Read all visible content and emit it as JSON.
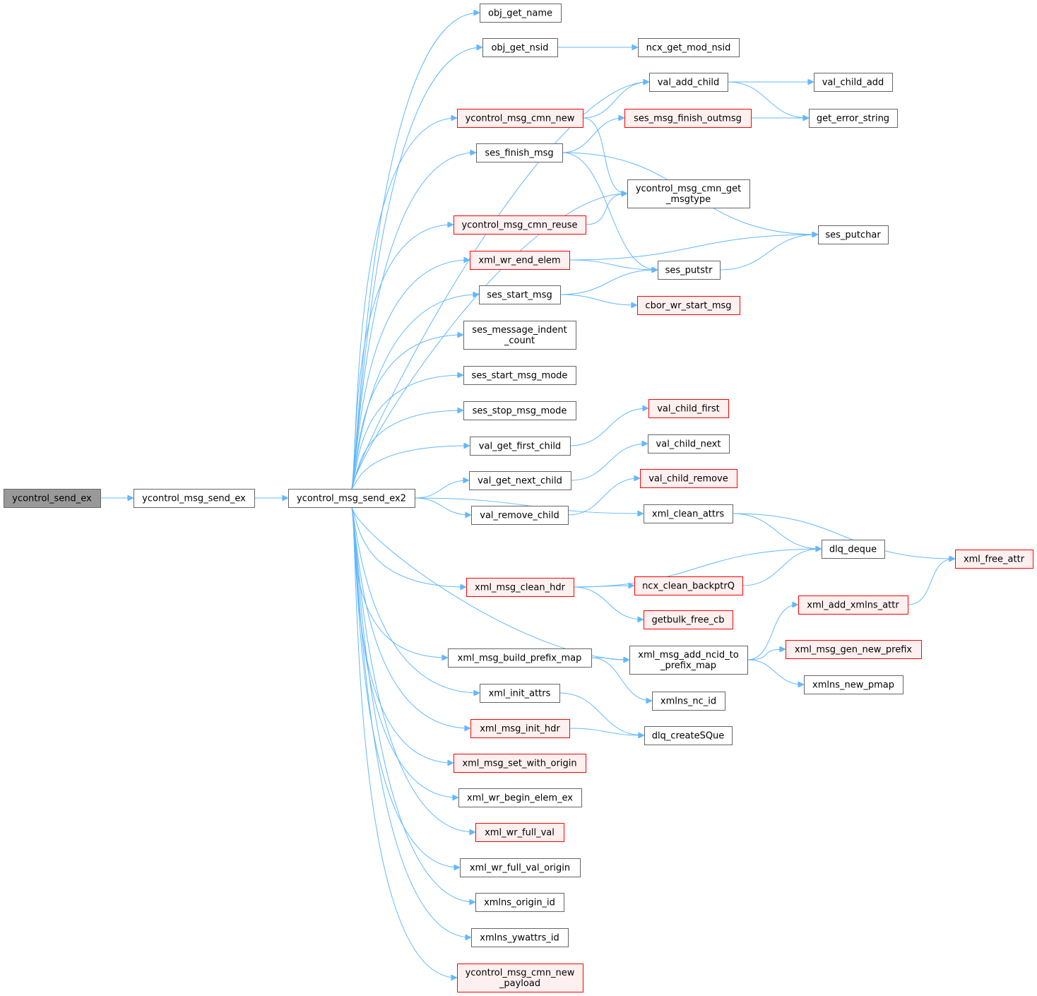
{
  "colors": {
    "edge": "#63b8ff",
    "node_border": "#666666",
    "incomplete_border": "#ff0000",
    "incomplete_fill": "#fff0f0",
    "root_fill": "#999999"
  },
  "nodes": [
    {
      "id": "ycontrol_send_ex",
      "lines": [
        "ycontrol_send_ex"
      ],
      "style": "root"
    },
    {
      "id": "ycontrol_msg_send_ex",
      "lines": [
        "ycontrol_msg_send_ex"
      ],
      "style": "normal"
    },
    {
      "id": "ycontrol_msg_send_ex2",
      "lines": [
        "ycontrol_msg_send_ex2"
      ],
      "style": "normal"
    },
    {
      "id": "obj_get_name",
      "lines": [
        "obj_get_name"
      ],
      "style": "normal"
    },
    {
      "id": "obj_get_nsid",
      "lines": [
        "obj_get_nsid"
      ],
      "style": "normal"
    },
    {
      "id": "ncx_get_mod_nsid",
      "lines": [
        "ncx_get_mod_nsid"
      ],
      "style": "normal"
    },
    {
      "id": "val_add_child",
      "lines": [
        "val_add_child"
      ],
      "style": "normal"
    },
    {
      "id": "val_child_add",
      "lines": [
        "val_child_add"
      ],
      "style": "normal"
    },
    {
      "id": "get_error_string",
      "lines": [
        "get_error_string"
      ],
      "style": "normal"
    },
    {
      "id": "ycontrol_msg_cmn_new",
      "lines": [
        "ycontrol_msg_cmn_new"
      ],
      "style": "incomplete"
    },
    {
      "id": "ses_msg_finish_outmsg",
      "lines": [
        "ses_msg_finish_outmsg"
      ],
      "style": "incomplete"
    },
    {
      "id": "ses_finish_msg",
      "lines": [
        "ses_finish_msg"
      ],
      "style": "normal"
    },
    {
      "id": "ycontrol_msg_cmn_get_msgtype",
      "lines": [
        "ycontrol_msg_cmn_get",
        "_msgtype"
      ],
      "style": "normal"
    },
    {
      "id": "ycontrol_msg_cmn_reuse",
      "lines": [
        "ycontrol_msg_cmn_reuse"
      ],
      "style": "incomplete"
    },
    {
      "id": "ses_putchar",
      "lines": [
        "ses_putchar"
      ],
      "style": "normal"
    },
    {
      "id": "xml_wr_end_elem",
      "lines": [
        "xml_wr_end_elem"
      ],
      "style": "incomplete"
    },
    {
      "id": "ses_putstr",
      "lines": [
        "ses_putstr"
      ],
      "style": "normal"
    },
    {
      "id": "ses_start_msg",
      "lines": [
        "ses_start_msg"
      ],
      "style": "normal"
    },
    {
      "id": "cbor_wr_start_msg",
      "lines": [
        "cbor_wr_start_msg"
      ],
      "style": "incomplete"
    },
    {
      "id": "ses_message_indent_count",
      "lines": [
        "ses_message_indent",
        "_count"
      ],
      "style": "normal"
    },
    {
      "id": "ses_start_msg_mode",
      "lines": [
        "ses_start_msg_mode"
      ],
      "style": "normal"
    },
    {
      "id": "ses_stop_msg_mode",
      "lines": [
        "ses_stop_msg_mode"
      ],
      "style": "normal"
    },
    {
      "id": "val_child_first",
      "lines": [
        "val_child_first"
      ],
      "style": "incomplete"
    },
    {
      "id": "val_get_first_child",
      "lines": [
        "val_get_first_child"
      ],
      "style": "normal"
    },
    {
      "id": "val_child_next",
      "lines": [
        "val_child_next"
      ],
      "style": "normal"
    },
    {
      "id": "val_get_next_child",
      "lines": [
        "val_get_next_child"
      ],
      "style": "normal"
    },
    {
      "id": "val_child_remove",
      "lines": [
        "val_child_remove"
      ],
      "style": "incomplete"
    },
    {
      "id": "val_remove_child",
      "lines": [
        "val_remove_child"
      ],
      "style": "normal"
    },
    {
      "id": "xml_clean_attrs",
      "lines": [
        "xml_clean_attrs"
      ],
      "style": "normal"
    },
    {
      "id": "dlq_deque",
      "lines": [
        "dlq_deque"
      ],
      "style": "normal"
    },
    {
      "id": "xml_free_attr",
      "lines": [
        "xml_free_attr"
      ],
      "style": "incomplete"
    },
    {
      "id": "xml_msg_clean_hdr",
      "lines": [
        "xml_msg_clean_hdr"
      ],
      "style": "incomplete"
    },
    {
      "id": "ncx_clean_backptrQ",
      "lines": [
        "ncx_clean_backptrQ"
      ],
      "style": "incomplete"
    },
    {
      "id": "xml_add_xmlns_attr",
      "lines": [
        "xml_add_xmlns_attr"
      ],
      "style": "incomplete"
    },
    {
      "id": "getbulk_free_cb",
      "lines": [
        "getbulk_free_cb"
      ],
      "style": "incomplete"
    },
    {
      "id": "xml_msg_add_ncid_to_prefix_map",
      "lines": [
        "xml_msg_add_ncid_to",
        "_prefix_map"
      ],
      "style": "normal"
    },
    {
      "id": "xml_msg_gen_new_prefix",
      "lines": [
        "xml_msg_gen_new_prefix"
      ],
      "style": "incomplete"
    },
    {
      "id": "xml_msg_build_prefix_map",
      "lines": [
        "xml_msg_build_prefix_map"
      ],
      "style": "normal"
    },
    {
      "id": "xmlns_new_pmap",
      "lines": [
        "xmlns_new_pmap"
      ],
      "style": "normal"
    },
    {
      "id": "xml_init_attrs",
      "lines": [
        "xml_init_attrs"
      ],
      "style": "normal"
    },
    {
      "id": "xmlns_nc_id",
      "lines": [
        "xmlns_nc_id"
      ],
      "style": "normal"
    },
    {
      "id": "xml_msg_init_hdr",
      "lines": [
        "xml_msg_init_hdr"
      ],
      "style": "incomplete"
    },
    {
      "id": "dlq_createSQue",
      "lines": [
        "dlq_createSQue"
      ],
      "style": "normal"
    },
    {
      "id": "xml_msg_set_with_origin",
      "lines": [
        "xml_msg_set_with_origin"
      ],
      "style": "incomplete"
    },
    {
      "id": "xml_wr_begin_elem_ex",
      "lines": [
        "xml_wr_begin_elem_ex"
      ],
      "style": "normal"
    },
    {
      "id": "xml_wr_full_val",
      "lines": [
        "xml_wr_full_val"
      ],
      "style": "incomplete"
    },
    {
      "id": "xml_wr_full_val_origin",
      "lines": [
        "xml_wr_full_val_origin"
      ],
      "style": "normal"
    },
    {
      "id": "xmlns_origin_id",
      "lines": [
        "xmlns_origin_id"
      ],
      "style": "normal"
    },
    {
      "id": "xmlns_ywattrs_id",
      "lines": [
        "xmlns_ywattrs_id"
      ],
      "style": "normal"
    },
    {
      "id": "ycontrol_msg_cmn_new_payload",
      "lines": [
        "ycontrol_msg_cmn_new",
        "_payload"
      ],
      "style": "incomplete"
    }
  ],
  "edges": [
    [
      "ycontrol_send_ex",
      "ycontrol_msg_send_ex"
    ],
    [
      "ycontrol_msg_send_ex",
      "ycontrol_msg_send_ex2"
    ],
    [
      "ycontrol_msg_send_ex2",
      "obj_get_name"
    ],
    [
      "ycontrol_msg_send_ex2",
      "obj_get_nsid"
    ],
    [
      "ycontrol_msg_send_ex2",
      "val_add_child"
    ],
    [
      "ycontrol_msg_send_ex2",
      "ycontrol_msg_cmn_new"
    ],
    [
      "ycontrol_msg_send_ex2",
      "ses_finish_msg"
    ],
    [
      "ycontrol_msg_send_ex2",
      "ycontrol_msg_cmn_get_msgtype"
    ],
    [
      "ycontrol_msg_send_ex2",
      "ycontrol_msg_cmn_reuse"
    ],
    [
      "ycontrol_msg_send_ex2",
      "xml_wr_end_elem"
    ],
    [
      "ycontrol_msg_send_ex2",
      "ses_start_msg"
    ],
    [
      "ycontrol_msg_send_ex2",
      "ses_message_indent_count"
    ],
    [
      "ycontrol_msg_send_ex2",
      "ses_start_msg_mode"
    ],
    [
      "ycontrol_msg_send_ex2",
      "ses_stop_msg_mode"
    ],
    [
      "ycontrol_msg_send_ex2",
      "val_get_first_child"
    ],
    [
      "ycontrol_msg_send_ex2",
      "val_get_next_child"
    ],
    [
      "ycontrol_msg_send_ex2",
      "val_remove_child"
    ],
    [
      "ycontrol_msg_send_ex2",
      "xml_clean_attrs"
    ],
    [
      "ycontrol_msg_send_ex2",
      "xml_msg_clean_hdr"
    ],
    [
      "ycontrol_msg_send_ex2",
      "xml_msg_add_ncid_to_prefix_map"
    ],
    [
      "ycontrol_msg_send_ex2",
      "xml_msg_build_prefix_map"
    ],
    [
      "ycontrol_msg_send_ex2",
      "xml_init_attrs"
    ],
    [
      "ycontrol_msg_send_ex2",
      "xml_msg_init_hdr"
    ],
    [
      "ycontrol_msg_send_ex2",
      "xml_msg_set_with_origin"
    ],
    [
      "ycontrol_msg_send_ex2",
      "xml_wr_begin_elem_ex"
    ],
    [
      "ycontrol_msg_send_ex2",
      "xml_wr_full_val"
    ],
    [
      "ycontrol_msg_send_ex2",
      "xml_wr_full_val_origin"
    ],
    [
      "ycontrol_msg_send_ex2",
      "xmlns_origin_id"
    ],
    [
      "ycontrol_msg_send_ex2",
      "xmlns_ywattrs_id"
    ],
    [
      "ycontrol_msg_send_ex2",
      "ycontrol_msg_cmn_new_payload"
    ],
    [
      "obj_get_nsid",
      "ncx_get_mod_nsid"
    ],
    [
      "val_add_child",
      "val_child_add"
    ],
    [
      "val_add_child",
      "get_error_string"
    ],
    [
      "ycontrol_msg_cmn_new",
      "val_add_child"
    ],
    [
      "ycontrol_msg_cmn_new",
      "ycontrol_msg_cmn_get_msgtype"
    ],
    [
      "ses_msg_finish_outmsg",
      "get_error_string"
    ],
    [
      "ses_finish_msg",
      "ses_msg_finish_outmsg"
    ],
    [
      "ses_finish_msg",
      "ses_putchar"
    ],
    [
      "ses_finish_msg",
      "ses_putstr"
    ],
    [
      "ycontrol_msg_cmn_reuse",
      "ycontrol_msg_cmn_get_msgtype"
    ],
    [
      "xml_wr_end_elem",
      "ses_putchar"
    ],
    [
      "xml_wr_end_elem",
      "ses_putstr"
    ],
    [
      "ses_putstr",
      "ses_putchar"
    ],
    [
      "ses_start_msg",
      "ses_putstr"
    ],
    [
      "ses_start_msg",
      "cbor_wr_start_msg"
    ],
    [
      "val_get_first_child",
      "val_child_first"
    ],
    [
      "val_get_next_child",
      "val_child_next"
    ],
    [
      "val_remove_child",
      "val_child_remove"
    ],
    [
      "xml_clean_attrs",
      "dlq_deque"
    ],
    [
      "xml_clean_attrs",
      "xml_free_attr"
    ],
    [
      "xml_msg_clean_hdr",
      "dlq_deque"
    ],
    [
      "xml_msg_clean_hdr",
      "ncx_clean_backptrQ"
    ],
    [
      "xml_msg_clean_hdr",
      "getbulk_free_cb"
    ],
    [
      "ncx_clean_backptrQ",
      "dlq_deque"
    ],
    [
      "xml_add_xmlns_attr",
      "xml_free_attr"
    ],
    [
      "xml_msg_add_ncid_to_prefix_map",
      "xml_add_xmlns_attr"
    ],
    [
      "xml_msg_add_ncid_to_prefix_map",
      "xml_msg_gen_new_prefix"
    ],
    [
      "xml_msg_add_ncid_to_prefix_map",
      "xmlns_new_pmap"
    ],
    [
      "xml_msg_build_prefix_map",
      "xml_msg_add_ncid_to_prefix_map"
    ],
    [
      "xml_msg_build_prefix_map",
      "xmlns_nc_id"
    ],
    [
      "xml_init_attrs",
      "dlq_createSQue"
    ],
    [
      "xml_msg_init_hdr",
      "dlq_createSQue"
    ]
  ]
}
